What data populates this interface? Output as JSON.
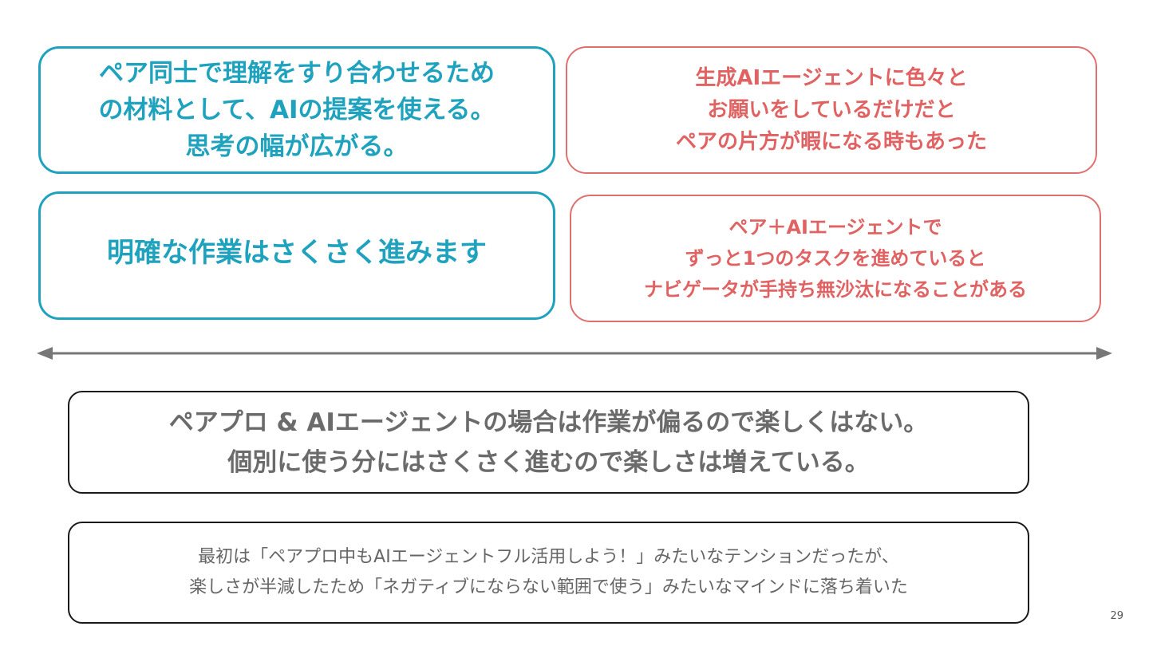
{
  "cards": {
    "top_left": {
      "lines": [
        "ペア同士で理解をすり合わせるため",
        "の材料として、AIの提案を使える。",
        "思考の幅が広がる。"
      ]
    },
    "top_right": {
      "lines": [
        "生成AIエージェントに色々と",
        "お願いをしているだけだと",
        "ペアの片方が暇になる時もあった"
      ]
    },
    "middle_left": {
      "lines": [
        "明確な作業はさくさく進みます"
      ]
    },
    "middle_right": {
      "lines": [
        "ペア＋AIエージェントで",
        "ずっと1つのタスクを進めていると",
        "ナビゲータが手持ち無沙汰になることがある"
      ]
    }
  },
  "summary": {
    "lines": [
      "ペアプロ & AIエージェントの場合は作業が偏るので楽しくはない。",
      "個別に使う分にはさくさく進むので楽しさは増えている。"
    ]
  },
  "note": {
    "lines": [
      "最初は「ペアプロ中もAIエージェントフル活用しよう！」みたいなテンションだったが、",
      "楽しさが半減したため「ネガティブにならない範囲で使う」みたいなマインドに落ち着いた"
    ]
  },
  "page_number": "29",
  "colors": {
    "teal": "#1fa2bd",
    "coral": "#e06262",
    "gray_text": "#6b6b6b",
    "arrow": "#777777"
  }
}
